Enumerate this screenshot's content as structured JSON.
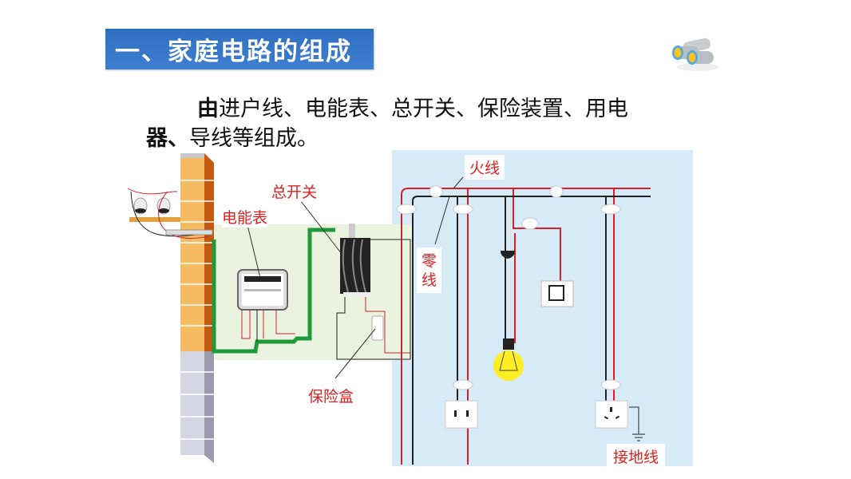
{
  "slide": {
    "title": "一、家庭电路的组成",
    "intro_bold_1": "由",
    "intro_line_1": "进户线、电能表、总开关、保险装置、用电",
    "intro_bold_2": "器、",
    "intro_line_2": "导线等组成。",
    "decor_icon": "binoculars-icon"
  },
  "diagram": {
    "labels": {
      "meter": "电能表",
      "main_switch": "总开关",
      "fuse_box": "保险盒",
      "live_wire": "火线",
      "neutral_wire_1": "零",
      "neutral_wire_2": "线",
      "ground_wire": "接地线"
    },
    "colors": {
      "live": "#d8202a",
      "neutral": "#222222",
      "ground_feed": "#1f9a3a",
      "room_bg": "#d6ebf7",
      "utility_bg": "#eaf3df",
      "brick": "#f4bb62",
      "bulb": "#ffee22"
    }
  }
}
